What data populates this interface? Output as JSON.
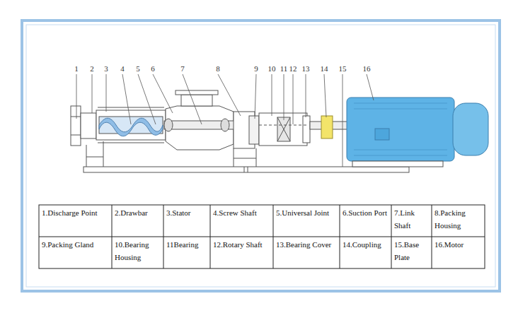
{
  "diagram": {
    "labels": [
      "1",
      "2",
      "3",
      "4",
      "5",
      "6",
      "7",
      "8",
      "9",
      "10",
      "11",
      "12",
      "13",
      "14",
      "15",
      "16",
      "1.Discharge Point",
      "2.Drawbar",
      "3.Stator",
      "4.Screw Shaft",
      "5.Universal Joint",
      "6.Suction Port",
      "7.Link Shaft",
      "8.Packing Housing",
      "9.Packing Gland",
      "10.Bearing Housing",
      "11Bearing",
      "12.Rotary Shaft",
      "13.Bearing Cover",
      "14.Coupling",
      "15.Base Plate",
      "16.Motor"
    ]
  }
}
